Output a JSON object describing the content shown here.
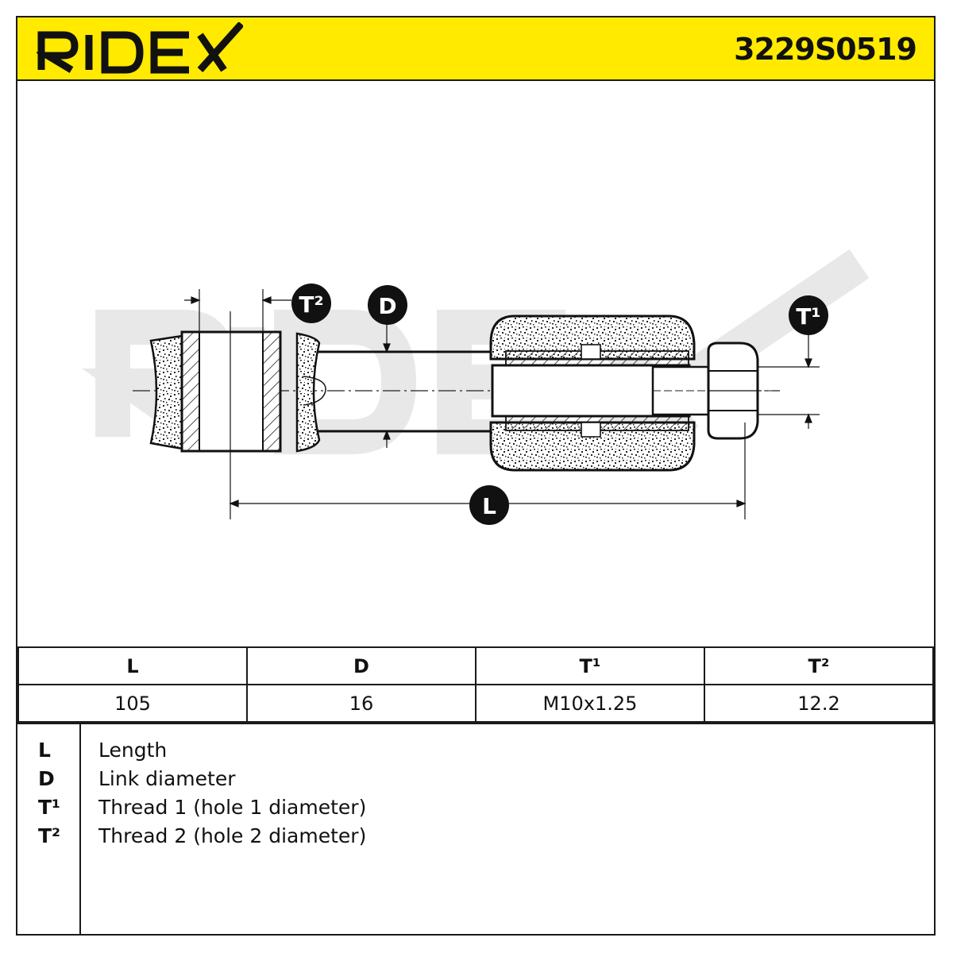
{
  "header": {
    "brand": "RIDEX",
    "part_number": "3229S0519",
    "background": "#ffea00"
  },
  "diagram": {
    "labels": {
      "t2": "T²",
      "d": "D",
      "t1": "T¹",
      "l": "L"
    },
    "watermark": "RIDEX"
  },
  "specs": {
    "headers": [
      "L",
      "D",
      "T¹",
      "T²"
    ],
    "values": [
      "105",
      "16",
      "M10x1.25",
      "12.2"
    ]
  },
  "legend": [
    {
      "key": "L",
      "desc": "Length"
    },
    {
      "key": "D",
      "desc": "Link diameter"
    },
    {
      "key": "T¹",
      "desc": "Thread 1 (hole 1 diameter)"
    },
    {
      "key": "T²",
      "desc": "Thread 2 (hole 2 diameter)"
    }
  ]
}
